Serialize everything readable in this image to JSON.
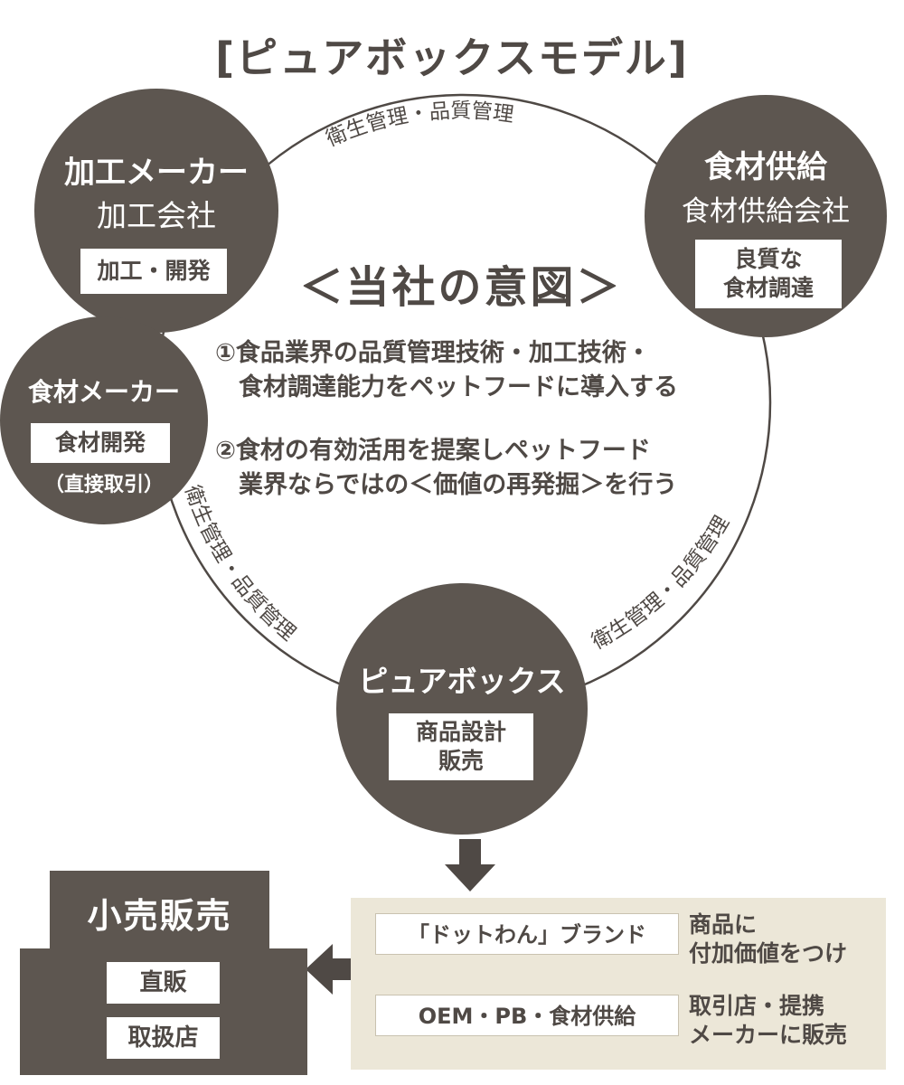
{
  "title": "[ピュアボックスモデル]",
  "arc_labels": {
    "top": "衛生管理・品質管理",
    "left": "衛生管理・品質管理",
    "right": "衛生管理・品質管理"
  },
  "nodes": {
    "processor": {
      "name": "加工メーカー",
      "sub": "加工会社",
      "box": "加工・開発"
    },
    "supply": {
      "name": "食材供給",
      "sub": "食材供給会社",
      "box_line1": "良質な",
      "box_line2": "食材調達"
    },
    "ingredient": {
      "name": "食材メーカー",
      "box": "食材開発",
      "note": "（直接取引）"
    },
    "purebox": {
      "name": "ピュアボックス",
      "box_line1": "商品設計",
      "box_line2": "販売"
    }
  },
  "intent": {
    "title": "＜当社の意図＞",
    "point1_line1": "①食品業界の品質管理技術・加工技術・",
    "point1_line2": "食材調達能力をペットフードに導入する",
    "point2_line1": "②食材の有効活用を提案しペットフード",
    "point2_line2": "業界ならではの＜価値の再発掘＞を行う"
  },
  "retail": {
    "title": "小売販売",
    "item1": "直販",
    "item2": "取扱店"
  },
  "brands": [
    {
      "label": "「ドットわん」ブランド",
      "desc_line1": "商品に",
      "desc_line2": "付加価値をつけ"
    },
    {
      "label": "OEM・PB・食材供給",
      "desc_line1": "取引店・提携",
      "desc_line2": "メーカーに販売"
    }
  ],
  "colors": {
    "circle": "#5d5650",
    "text": "#4f4945",
    "panel": "#ece7d8",
    "background": "#ffffff"
  }
}
